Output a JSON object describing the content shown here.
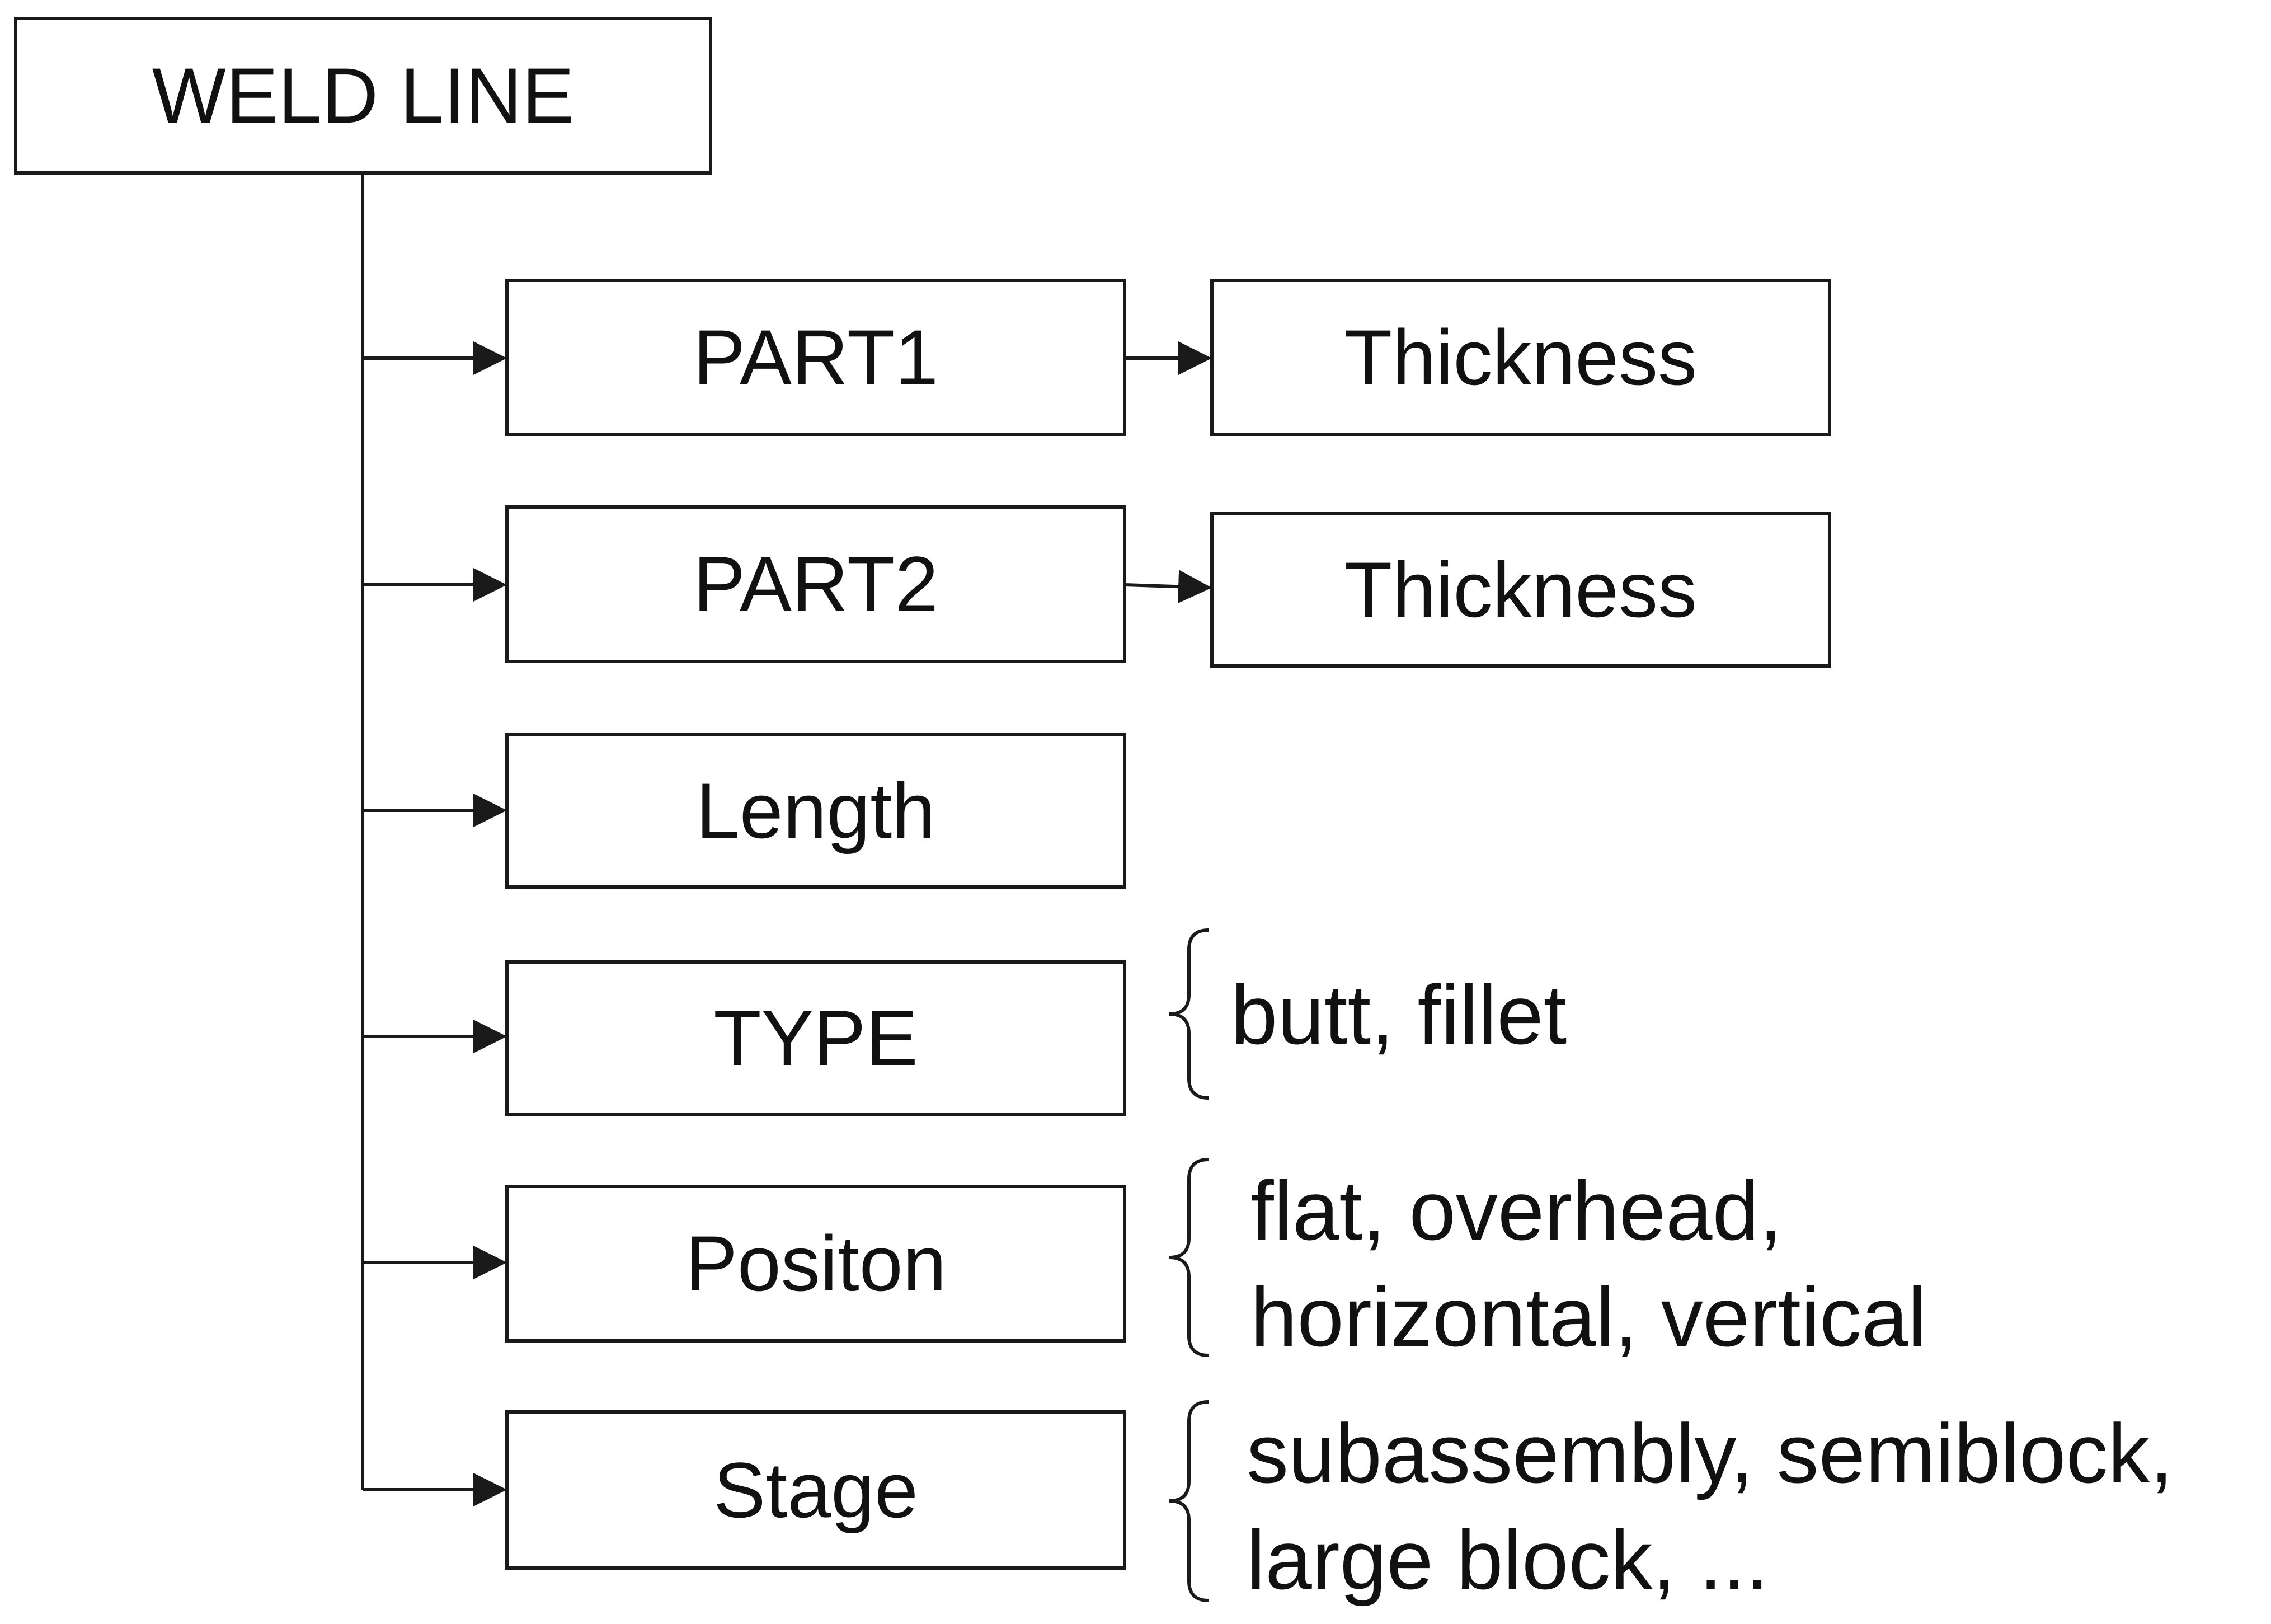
{
  "root": {
    "label": "WELD LINE"
  },
  "attributes": [
    {
      "label": "PART1",
      "child": "Thickness"
    },
    {
      "label": "PART2",
      "child": "Thickness"
    },
    {
      "label": "Length"
    },
    {
      "label": "TYPE",
      "options": [
        "butt, fillet"
      ]
    },
    {
      "label": "Positon",
      "options": [
        "flat, overhead,",
        "horizontal, vertical"
      ]
    },
    {
      "label": "Stage",
      "options": [
        "subassembly, semiblock,",
        "large block, ..."
      ]
    }
  ],
  "colors": {
    "line": "#1a1a1a",
    "box_fill": "#ffffff",
    "text": "#111111"
  }
}
